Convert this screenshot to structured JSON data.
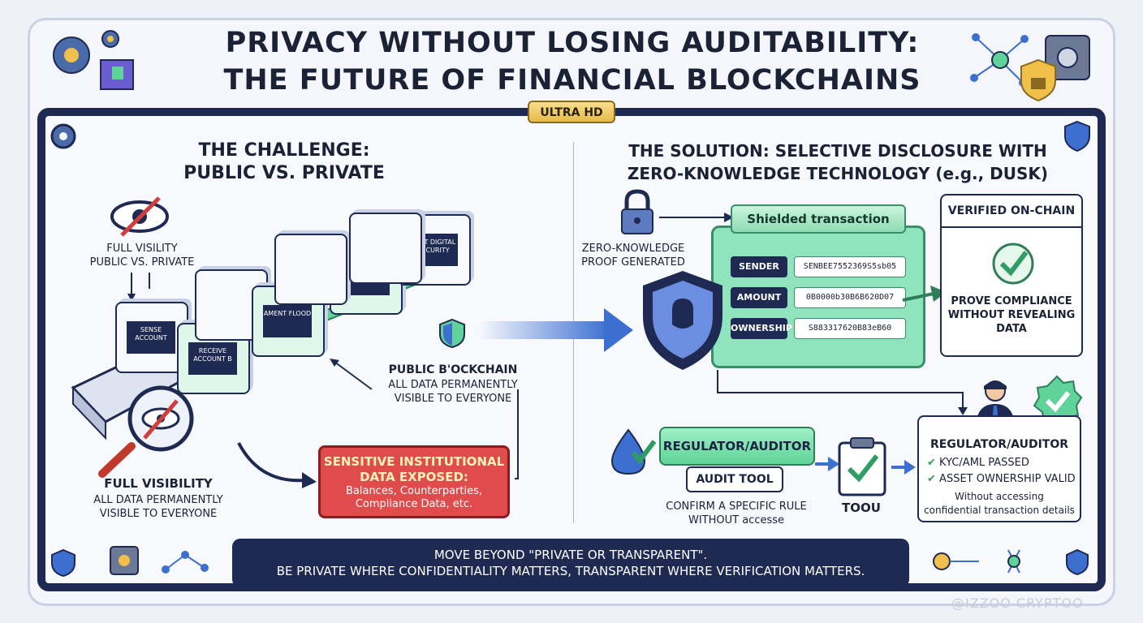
{
  "title": {
    "line1": "PRIVACY WITHOUT LOSING AUDITABILITY:",
    "line2": "THE FUTURE OF FINANCIAL BLOCKCHAINS"
  },
  "badge": "ULTRA HD",
  "left": {
    "heading1": "THE CHALLENGE:",
    "heading2": "PUBLIC VS. PRIVATE",
    "eye_label1": "FULL VISILITY",
    "eye_label2": "PUBLIC VS. PRIVATE",
    "chain_label": "PUBLIC B'OCKCHAIN",
    "chain_sub1": "ALL DATA PERMANENTLY",
    "chain_sub2": "VISIBLE TO EVERYONE",
    "full_vis": "FULL VISIBILITY",
    "full_sub1": "ALL DATA PERMANENTLY",
    "full_sub2": "VISIBLE TO EVERYONE",
    "block_labels": [
      "SENSE ACCOUNT",
      "RECEIVE ACCOUNT B",
      "SENSE ACCOUNT",
      "AMENT FLOOD",
      "ASET DIGITAL SECURITY",
      "ASET DIGITAL SECURITY"
    ],
    "alert_title1": "SENSITIVE INSTITUTIONAL",
    "alert_title2": "DATA EXPOSED:",
    "alert_line1": "Balances, Counterparties,",
    "alert_line2": "Compliance Data, etc."
  },
  "right": {
    "heading1": "THE SOLUTION: SELECTIVE DISCLOSURE WITH",
    "heading2": "ZERO-KNOWLEDGE TECHNOLOGY (e.g., DUSK)",
    "zk1": "ZERO-KNOWLEDGE",
    "zk2": "PROOF GENERATED",
    "scroll": "Shielded transaction",
    "rows": [
      {
        "key": "SENDER",
        "value": "SENBEE7552369S5sb05"
      },
      {
        "key": "AMOUNT",
        "value": "0B0000b30B6B620D07"
      },
      {
        "key": "OWNERSHIP",
        "value": "S883317620B83eB60"
      }
    ],
    "verified_title": "VERIFIED ON-CHAIN",
    "verified_1": "PROVE COMPLIANCE",
    "verified_2": "WITHOUT REVEALING",
    "verified_3": "DATA",
    "regulator": "REGULATOR/AUDITOR",
    "audit_tool": "AUDIT TOOL",
    "confirm1": "CONFIRM A SPECIFIC RULE",
    "confirm2": "WITHOUT accesse",
    "tool": "TOOU",
    "result_title": "REGULATOR/AUDITOR",
    "check1": "KYC/AML PASSED",
    "check2": "ASSET OWNERSHIP VALID",
    "res_note1": "Without accessing",
    "res_note2": "confidential transaction details"
  },
  "footer": {
    "line1": "MOVE BEYOND \"PRIVATE OR TRANSPARENT\".",
    "line2": "BE PRIVATE WHERE CONFIDENTIALITY MATTERS, TRANSPARENT WHERE VERIFICATION MATTERS."
  },
  "watermark": "@IZZOO CRYPTOO",
  "colors": {
    "navy": "#1e2a52",
    "green": "#5fd39a",
    "red": "#e04b4b",
    "gold": "#e6b94a",
    "blue": "#3d6fd1"
  },
  "icons": [
    "gear-icon",
    "cube-icon",
    "network-icon",
    "lock-icon",
    "safe-icon",
    "shield-icon",
    "eye-slash-icon",
    "magnifier-icon",
    "padlock-icon",
    "check-icon",
    "clipboard-icon",
    "person-icon",
    "droplet-check-icon"
  ]
}
